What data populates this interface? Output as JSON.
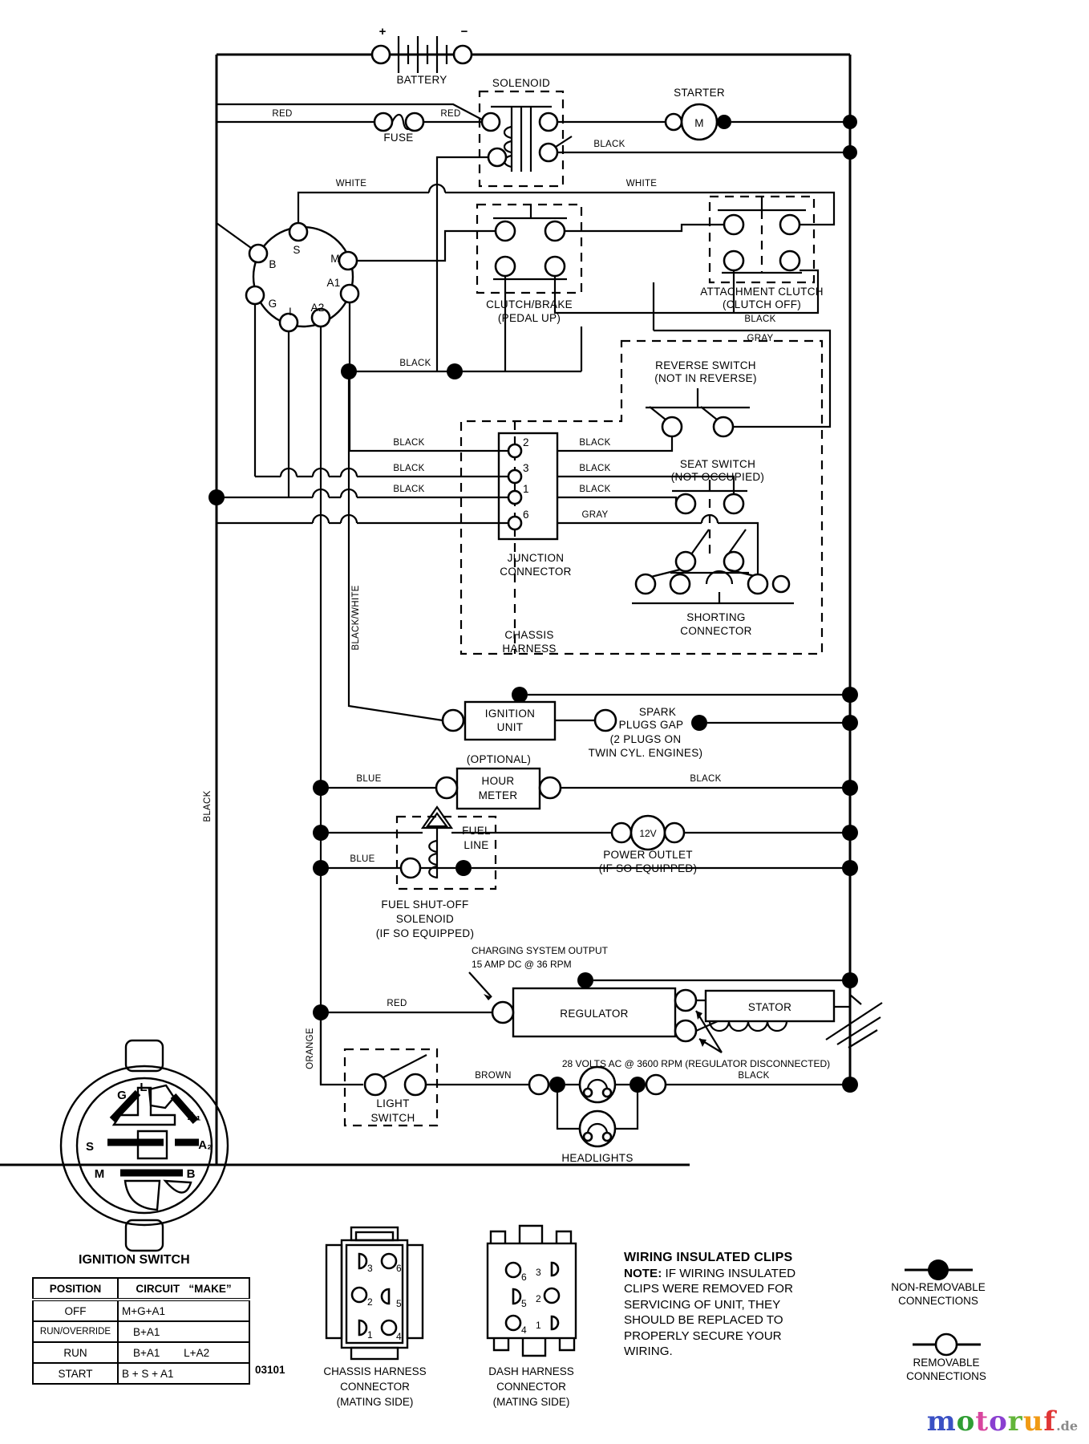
{
  "colors": {
    "line": "#000000",
    "background": "#ffffff",
    "logo_de": "#8a8a8a"
  },
  "w": {
    "red1": "RED",
    "red2": "RED",
    "red3": "RED",
    "white1": "WHITE",
    "white2": "WHITE",
    "black_sol": "BLACK",
    "black_att": "BLACK",
    "gray_att": "GRAY",
    "black_row": "BLACK",
    "bjl1": "BLACK",
    "bjl2": "BLACK",
    "bjl3": "BLACK",
    "bjr1": "BLACK",
    "bjr2": "BLACK",
    "bjr3": "BLACK",
    "gjr": "GRAY",
    "blue1": "BLUE",
    "blue2": "BLUE",
    "black_hour": "BLACK",
    "brown": "BROWN",
    "black_head": "BLACK",
    "orange": "ORANGE",
    "black_white": "BLACK/WHITE",
    "black_bus": "BLACK"
  },
  "c": {
    "battery": "BATTERY",
    "plus": "+",
    "minus": "−",
    "fuse": "FUSE",
    "solenoid": "SOLENOID",
    "starter": "STARTER",
    "motor_m": "M",
    "cb1": "CLUTCH/BRAKE",
    "cb2": "(PEDAL UP)",
    "att1": "ATTACHMENT CLUTCH",
    "att2": "(CLUTCH OFF)",
    "rev1": "REVERSE SWITCH",
    "rev2": "(NOT IN REVERSE)",
    "seat1": "SEAT SWITCH",
    "seat2": "(NOT OCCUPIED)",
    "short1": "SHORTING",
    "short2": "CONNECTOR",
    "junc1": "JUNCTION",
    "junc2": "CONNECTOR",
    "chas1": "CHASSIS",
    "chas2": "HARNESS",
    "ign1": "IGNITION",
    "ign2": "UNIT",
    "spark1": "SPARK",
    "spark2": "PLUGS GAP",
    "spark3": "(2 PLUGS ON",
    "spark4": "TWIN CYL. ENGINES)",
    "optional": "(OPTIONAL)",
    "hour1": "HOUR",
    "hour2": "METER",
    "fuel1": "FUEL",
    "fuel2": "LINE",
    "fso1": "FUEL SHUT-OFF",
    "fso2": "SOLENOID",
    "fso3": "(IF SO EQUIPPED)",
    "v12": "12V",
    "outlet1": "POWER OUTLET",
    "outlet2": "(IF SO EQUIPPED)",
    "chg1": "CHARGING SYSTEM OUTPUT",
    "chg2": "15 AMP DC @ 36 RPM",
    "regulator": "REGULATOR",
    "stator": "STATOR",
    "volts28": "28 VOLTS AC @ 3600 RPM (REGULATOR DISCONNECTED)",
    "light1": "LIGHT",
    "light2": "SWITCH",
    "headlights": "HEADLIGHTS"
  },
  "ignition_connector": {
    "s": "S",
    "b": "B",
    "m": "M",
    "a1": "A1",
    "g": "G",
    "l": "L",
    "a2": "A2"
  },
  "junction_pins": {
    "p2": "2",
    "p3": "3",
    "p1": "1",
    "p6": "6"
  },
  "key_face": {
    "g": "G",
    "l": "L",
    "a1": "A₁",
    "a2": "A₂",
    "s": "S",
    "m": "M",
    "b": "B"
  },
  "ignition_switch": {
    "heading": "IGNITION SWITCH",
    "col_position": "POSITION",
    "col_circuit": "CIRCUIT",
    "col_make": "“MAKE”",
    "rows": [
      {
        "position": "OFF",
        "make1": "M+G+A1",
        "make2": ""
      },
      {
        "position": "RUN/OVERRIDE",
        "make1": "B+A1",
        "make2": ""
      },
      {
        "position": "RUN",
        "make1": "B+A1",
        "make2": "L+A2"
      },
      {
        "position": "START",
        "make1": "B + S + A1",
        "make2": ""
      }
    ],
    "code": "03101"
  },
  "connectors": {
    "chassis1": "CHASSIS HARNESS",
    "chassis2": "CONNECTOR",
    "chassis3": "(MATING SIDE)",
    "chassis_pins": [
      "3",
      "6",
      "2",
      "5",
      "1",
      "4"
    ],
    "dash1": "DASH HARNESS",
    "dash2": "CONNECTOR",
    "dash3": "(MATING SIDE)",
    "dash_pins": [
      "6",
      "3",
      "5",
      "2",
      "4",
      "1"
    ]
  },
  "note": {
    "heading": "WIRING INSULATED CLIPS",
    "label": "NOTE:",
    "line1": "IF WIRING INSULATED",
    "line2": "CLIPS WERE REMOVED FOR",
    "line3": "SERVICING OF UNIT, THEY",
    "line4": "SHOULD BE REPLACED TO",
    "line5": "PROPERLY SECURE YOUR",
    "line6": "WIRING."
  },
  "legend": {
    "nr1": "NON-REMOVABLE",
    "nr2": "CONNECTIONS",
    "r1": "REMOVABLE",
    "r2": "CONNECTIONS"
  },
  "logo": {
    "letters": [
      {
        "ch": "m",
        "color": "#3b51c4"
      },
      {
        "ch": "o",
        "color": "#2f9e33"
      },
      {
        "ch": "t",
        "color": "#d8459e"
      },
      {
        "ch": "o",
        "color": "#8a3fd0"
      },
      {
        "ch": "r",
        "color": "#63b53a"
      },
      {
        "ch": "u",
        "color": "#f09a14"
      },
      {
        "ch": "f",
        "color": "#e03636"
      }
    ],
    "suffix": ".de"
  }
}
